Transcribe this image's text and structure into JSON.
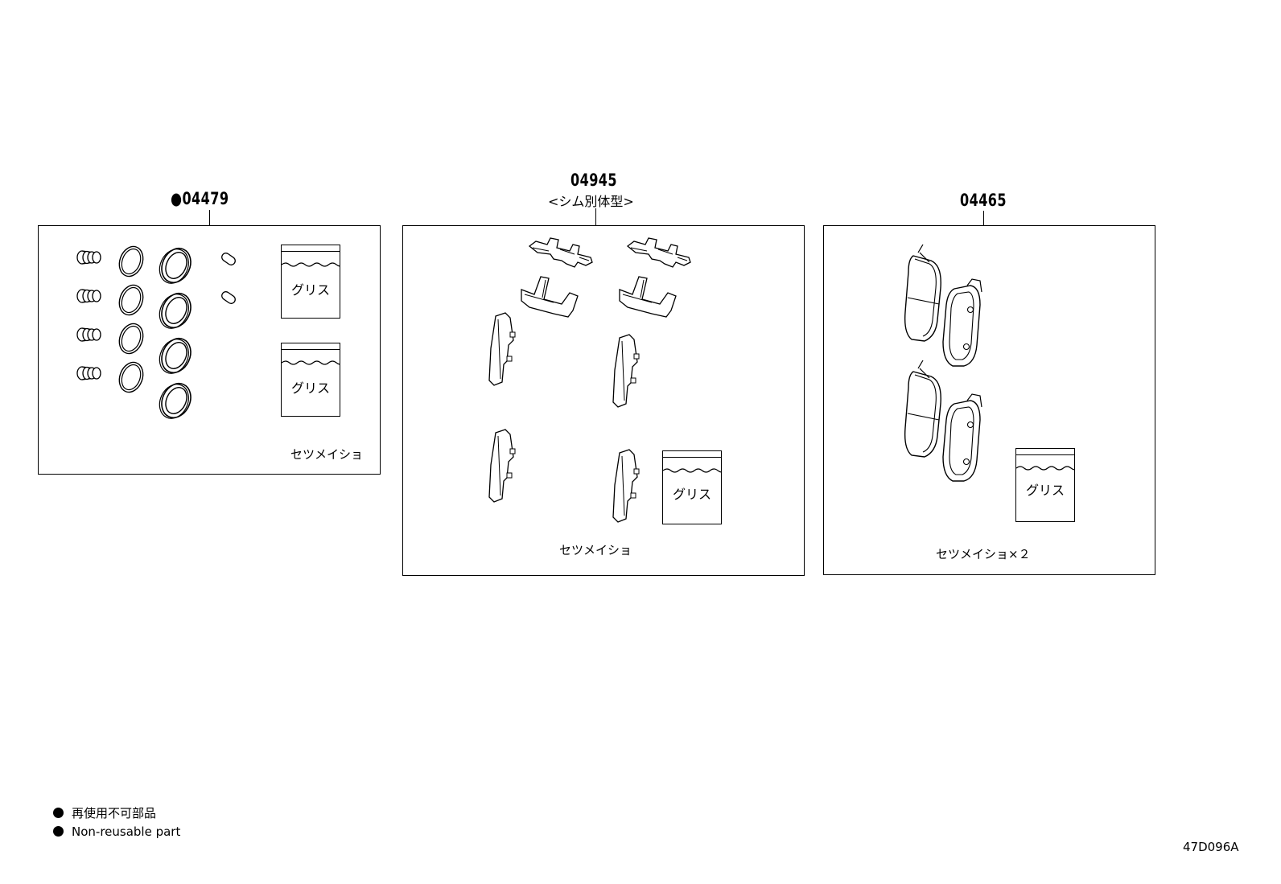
{
  "kits": [
    {
      "part_no": "●04479",
      "subtitle": "",
      "manual_label": "セツメイショ"
    },
    {
      "part_no": "04945",
      "subtitle": "<シム別体型>",
      "manual_label": "セツメイショ"
    },
    {
      "part_no": "04465",
      "subtitle": "",
      "manual_label": "セツメイショ×２"
    }
  ],
  "grease_label": "グリス",
  "legend": {
    "ja": "再使用不可部品",
    "en": "Non-reusable part"
  },
  "diagram_id": "47D096A"
}
